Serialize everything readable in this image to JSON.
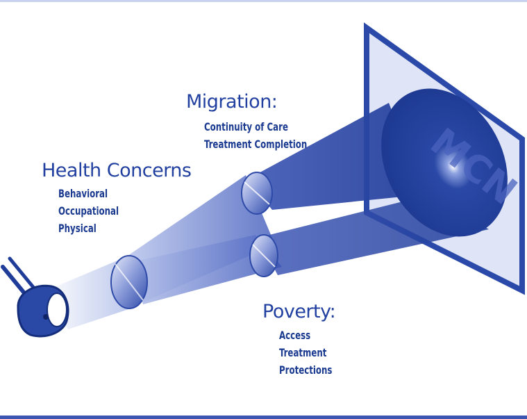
{
  "health": {
    "title": "Health Concerns",
    "items": [
      "Behavioral",
      "Occupational",
      "Physical"
    ]
  },
  "migration": {
    "title": "Migration:",
    "items": [
      "Continuity of Care",
      "Treatment Completion"
    ]
  },
  "poverty": {
    "title": "Poverty:",
    "items": [
      "Access",
      "Treatment",
      "Protections"
    ]
  },
  "screen": {
    "logo_text": "MCN"
  },
  "colors": {
    "primary_blue": "#1f3c99",
    "light_blue": "#9fb0e6",
    "frame_blue": "#2a49a8"
  }
}
